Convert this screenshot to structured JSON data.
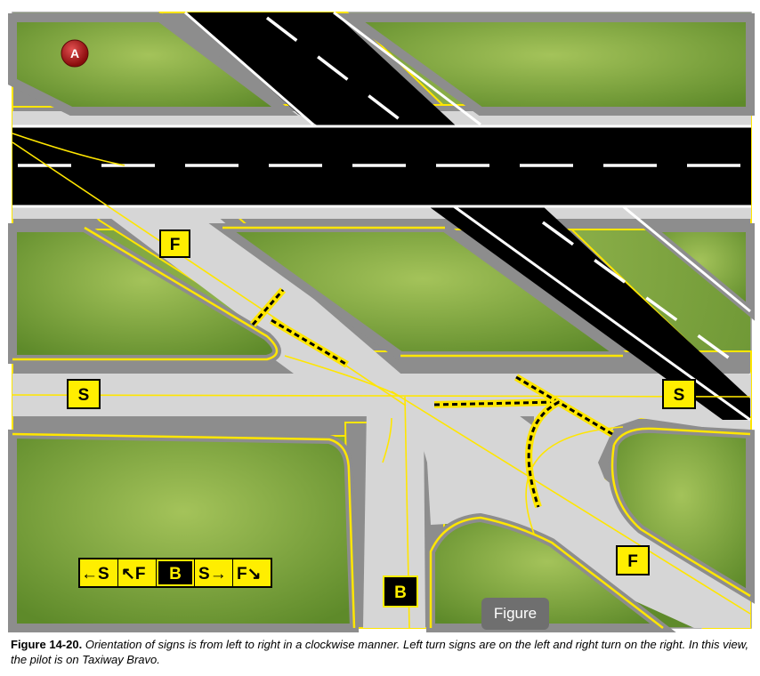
{
  "diagram": {
    "marker_a": "A",
    "sign_f_top": "F",
    "sign_s_left": "S",
    "sign_s_right": "S",
    "sign_f_bottom": "F",
    "sign_b_location": "B",
    "sign_array": {
      "s_left_arrow": "←",
      "s_left_letter": "S",
      "f_left_arrow": "↖",
      "f_left_letter": "F",
      "b_location": "B",
      "s_right_letter": "S",
      "s_right_arrow": "→",
      "f_right_letter": "F",
      "f_right_arrow": "↘"
    },
    "colors": {
      "grass": "#7faa3c",
      "runway": "#000000",
      "taxiway": "#d2d2d2",
      "shoulder": "#8c8c8c",
      "marking": "#ffe600",
      "sign_yellow": "#ffee00",
      "sign_black": "#000000"
    }
  },
  "figure_tag": "Figure",
  "caption": {
    "label": "Figure 14-20.",
    "text": "Orientation of signs is from left to right in a clockwise manner. Left turn signs are on the left and right turn on the right. In this view, the pilot is on Taxiway Bravo."
  }
}
